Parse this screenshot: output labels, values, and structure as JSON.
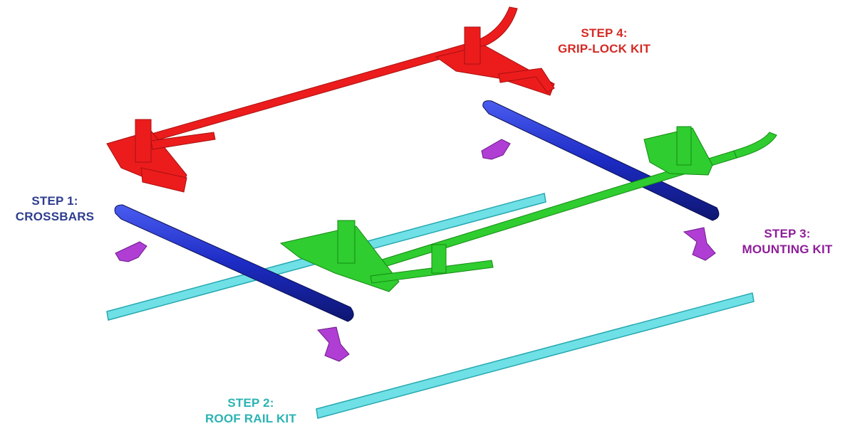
{
  "diagram": {
    "steps": [
      {
        "line1": "STEP 1:",
        "line2": "CROSSBARS",
        "color": "#2e3d8f"
      },
      {
        "line1": "STEP 2:",
        "line2": "ROOF RAIL KIT",
        "color": "#2bb3b3"
      },
      {
        "line1": "STEP 3:",
        "line2": "MOUNTING KIT",
        "color": "#8e1d9a"
      },
      {
        "line1": "STEP 4:",
        "line2": "GRIP-LOCK KIT",
        "color": "#d42a24"
      }
    ],
    "part_colors": {
      "crossbar": "#1c2bc4",
      "roof_rail": "#6fe0e6",
      "mount": "#b03ed4",
      "grip_lock_rear": "#ec1c1c",
      "grip_lock_front": "#2fcd2f"
    }
  }
}
